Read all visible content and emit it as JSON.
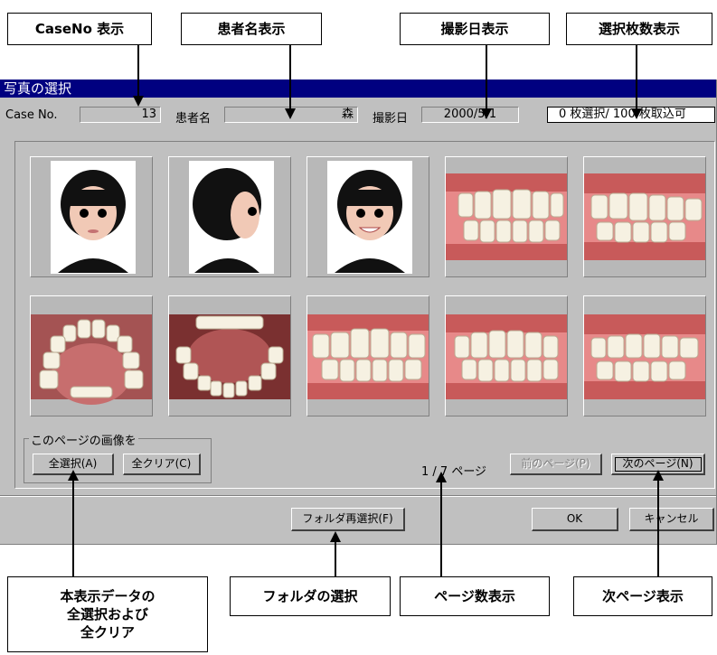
{
  "callouts_top": {
    "caseno": "CaseNo  表示",
    "patient": "患者名表示",
    "date": "撮影日表示",
    "count": "選択枚数表示"
  },
  "callouts_bottom": {
    "select": "本表示データの\n全選択および\n全クリア",
    "folder": "フォルダの選択",
    "pages": "ページ数表示",
    "next": "次ページ表示"
  },
  "window": {
    "title": "写真の選択",
    "case_label": "Case No.",
    "case_value": "13",
    "patient_label": "患者名",
    "patient_value": "森",
    "date_label": "撮影日",
    "date_value": "2000/5/1",
    "selection_info": "0 枚選択/ 100 枚取込可"
  },
  "thumbnails": [
    {
      "type": "portrait-front"
    },
    {
      "type": "portrait-side"
    },
    {
      "type": "portrait-smile"
    },
    {
      "type": "teeth-front"
    },
    {
      "type": "teeth-side"
    },
    {
      "type": "teeth-upper"
    },
    {
      "type": "teeth-lower"
    },
    {
      "type": "teeth-front"
    },
    {
      "type": "teeth-front"
    },
    {
      "type": "teeth-side"
    }
  ],
  "controls": {
    "group_label": "このページの画像を",
    "select_all": "全選択(A)",
    "clear_all": "全クリア(C)",
    "page_count": "1 / 7 ページ",
    "prev_page": "前のページ(P)",
    "next_page": "次のページ(N)",
    "reselect_folder": "フォルダ再選択(F)",
    "ok": "OK",
    "cancel": "キャンセル"
  }
}
